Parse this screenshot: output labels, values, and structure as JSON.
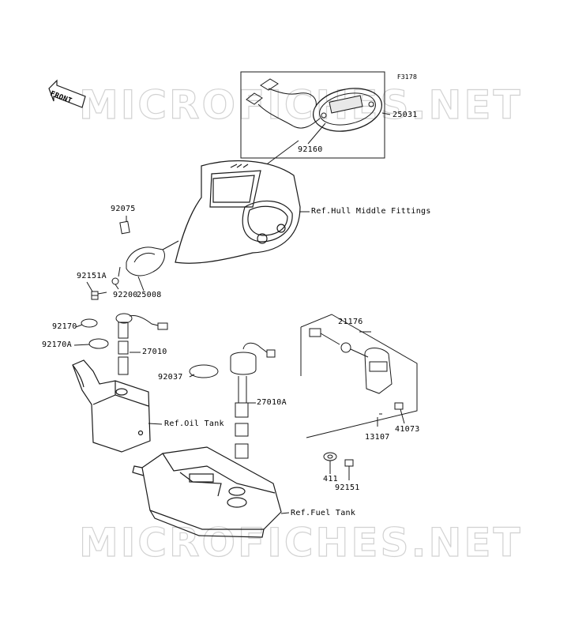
{
  "figure_code": "F3178",
  "front_label": "FRONT",
  "watermark_text": "MICROFICHES.NET",
  "parts": [
    {
      "number": "25031"
    },
    {
      "number": "92160"
    },
    {
      "number": "92075"
    },
    {
      "number": "92151A"
    },
    {
      "number": "92200"
    },
    {
      "number": "25008"
    },
    {
      "number": "92170"
    },
    {
      "number": "92170A"
    },
    {
      "number": "27010"
    },
    {
      "number": "92037"
    },
    {
      "number": "27010A"
    },
    {
      "number": "21176"
    },
    {
      "number": "41073"
    },
    {
      "number": "13107"
    },
    {
      "number": "411"
    },
    {
      "number": "92151"
    }
  ],
  "references": [
    {
      "text": "Ref.Hull Middle Fittings"
    },
    {
      "text": "Ref.Oil Tank"
    },
    {
      "text": "Ref.Fuel Tank"
    }
  ],
  "colors": {
    "line": "#1a1a1a",
    "watermark_outline": "#d2d2d2",
    "background": "#ffffff"
  }
}
